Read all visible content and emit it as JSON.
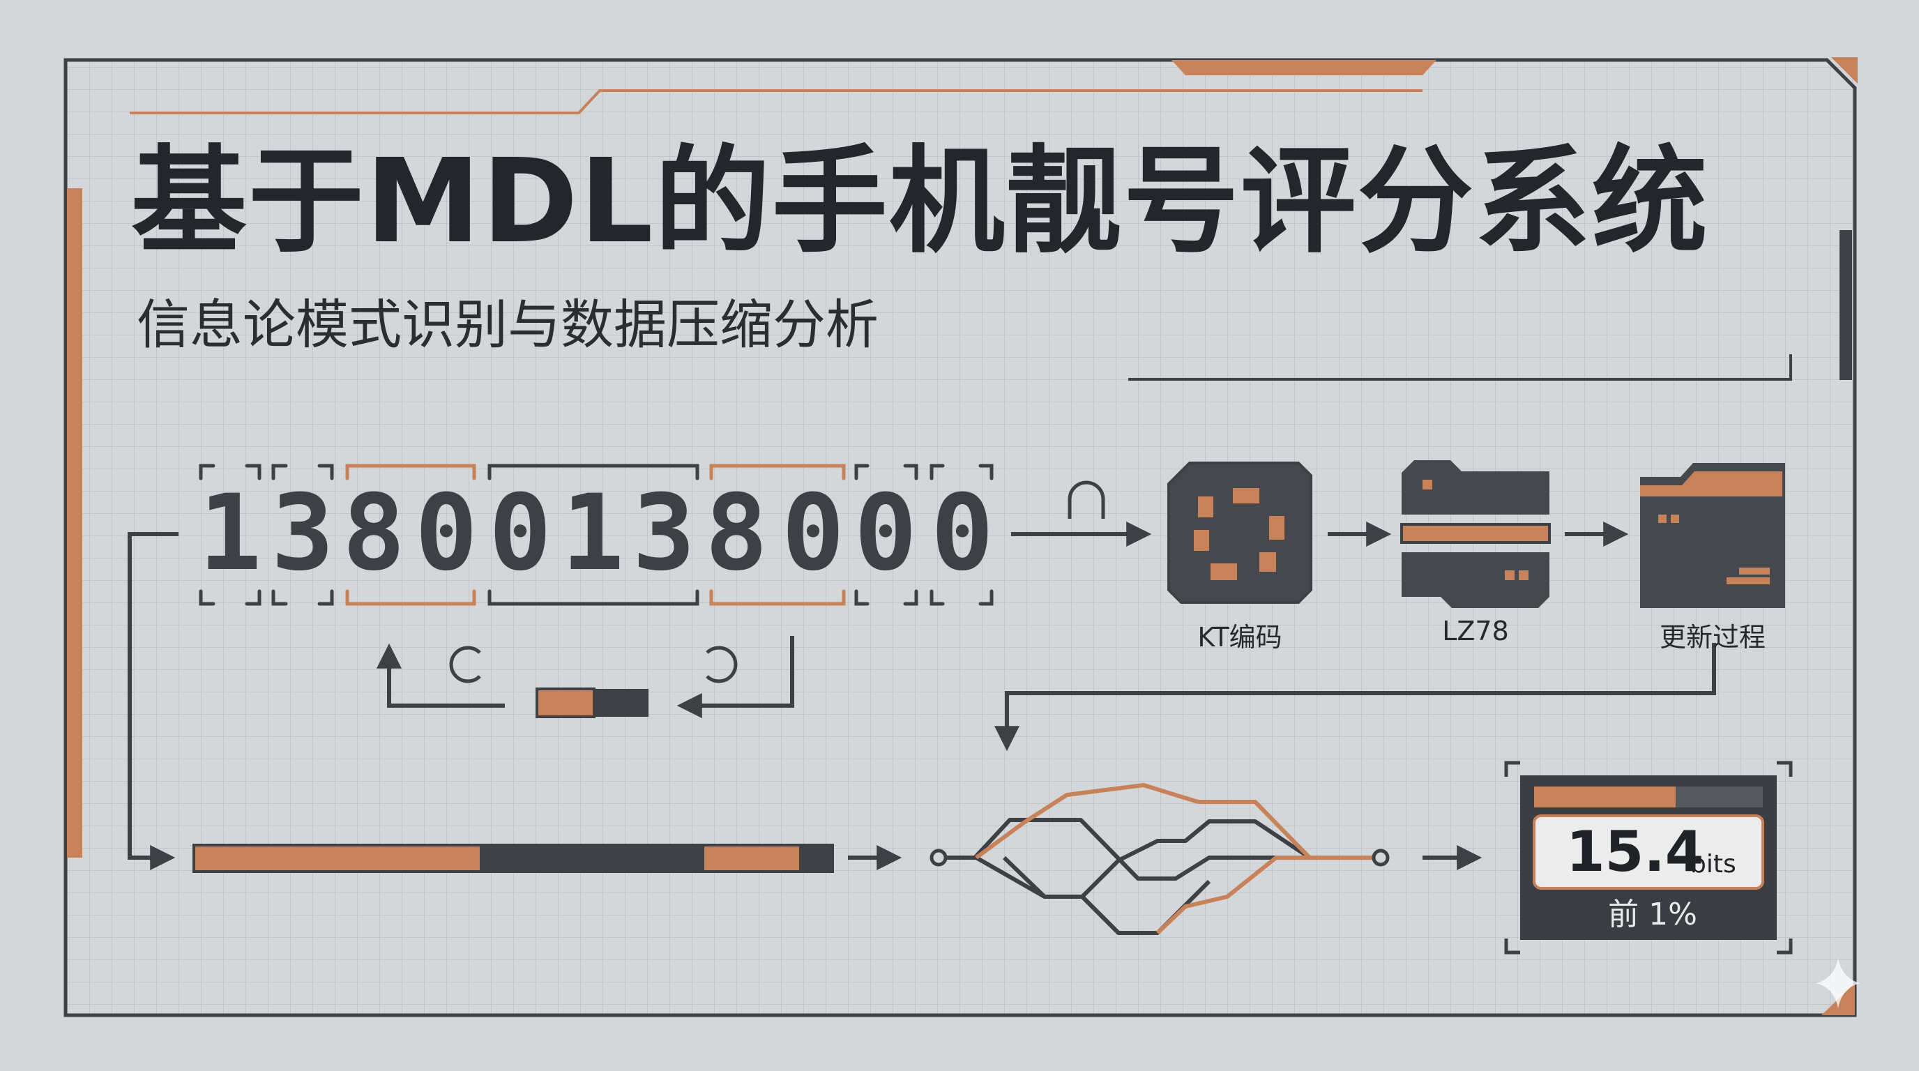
{
  "title": "基于MDL的手机靓号评分系统",
  "subtitle": "信息论模式识别与数据压缩分析",
  "phone_digits": [
    "1",
    "3",
    "8",
    "0",
    "0",
    "1",
    "3",
    "8",
    "0",
    "0",
    "0"
  ],
  "pipeline": [
    {
      "label": "KT编码",
      "icon": "kt-coding-chip-icon"
    },
    {
      "label": "LZ78",
      "icon": "lz78-dictionary-icon"
    },
    {
      "label": "更新过程",
      "icon": "update-process-folder-icon"
    }
  ],
  "score": {
    "value": "15.4",
    "unit": "bits",
    "rank": "前 1%",
    "meter_fill": 0.62
  },
  "colors": {
    "background": "#d4d7d9",
    "grid": "#c2c6c9",
    "dark": "#3d4045",
    "accent": "#c8825a",
    "text": "#23262b"
  }
}
